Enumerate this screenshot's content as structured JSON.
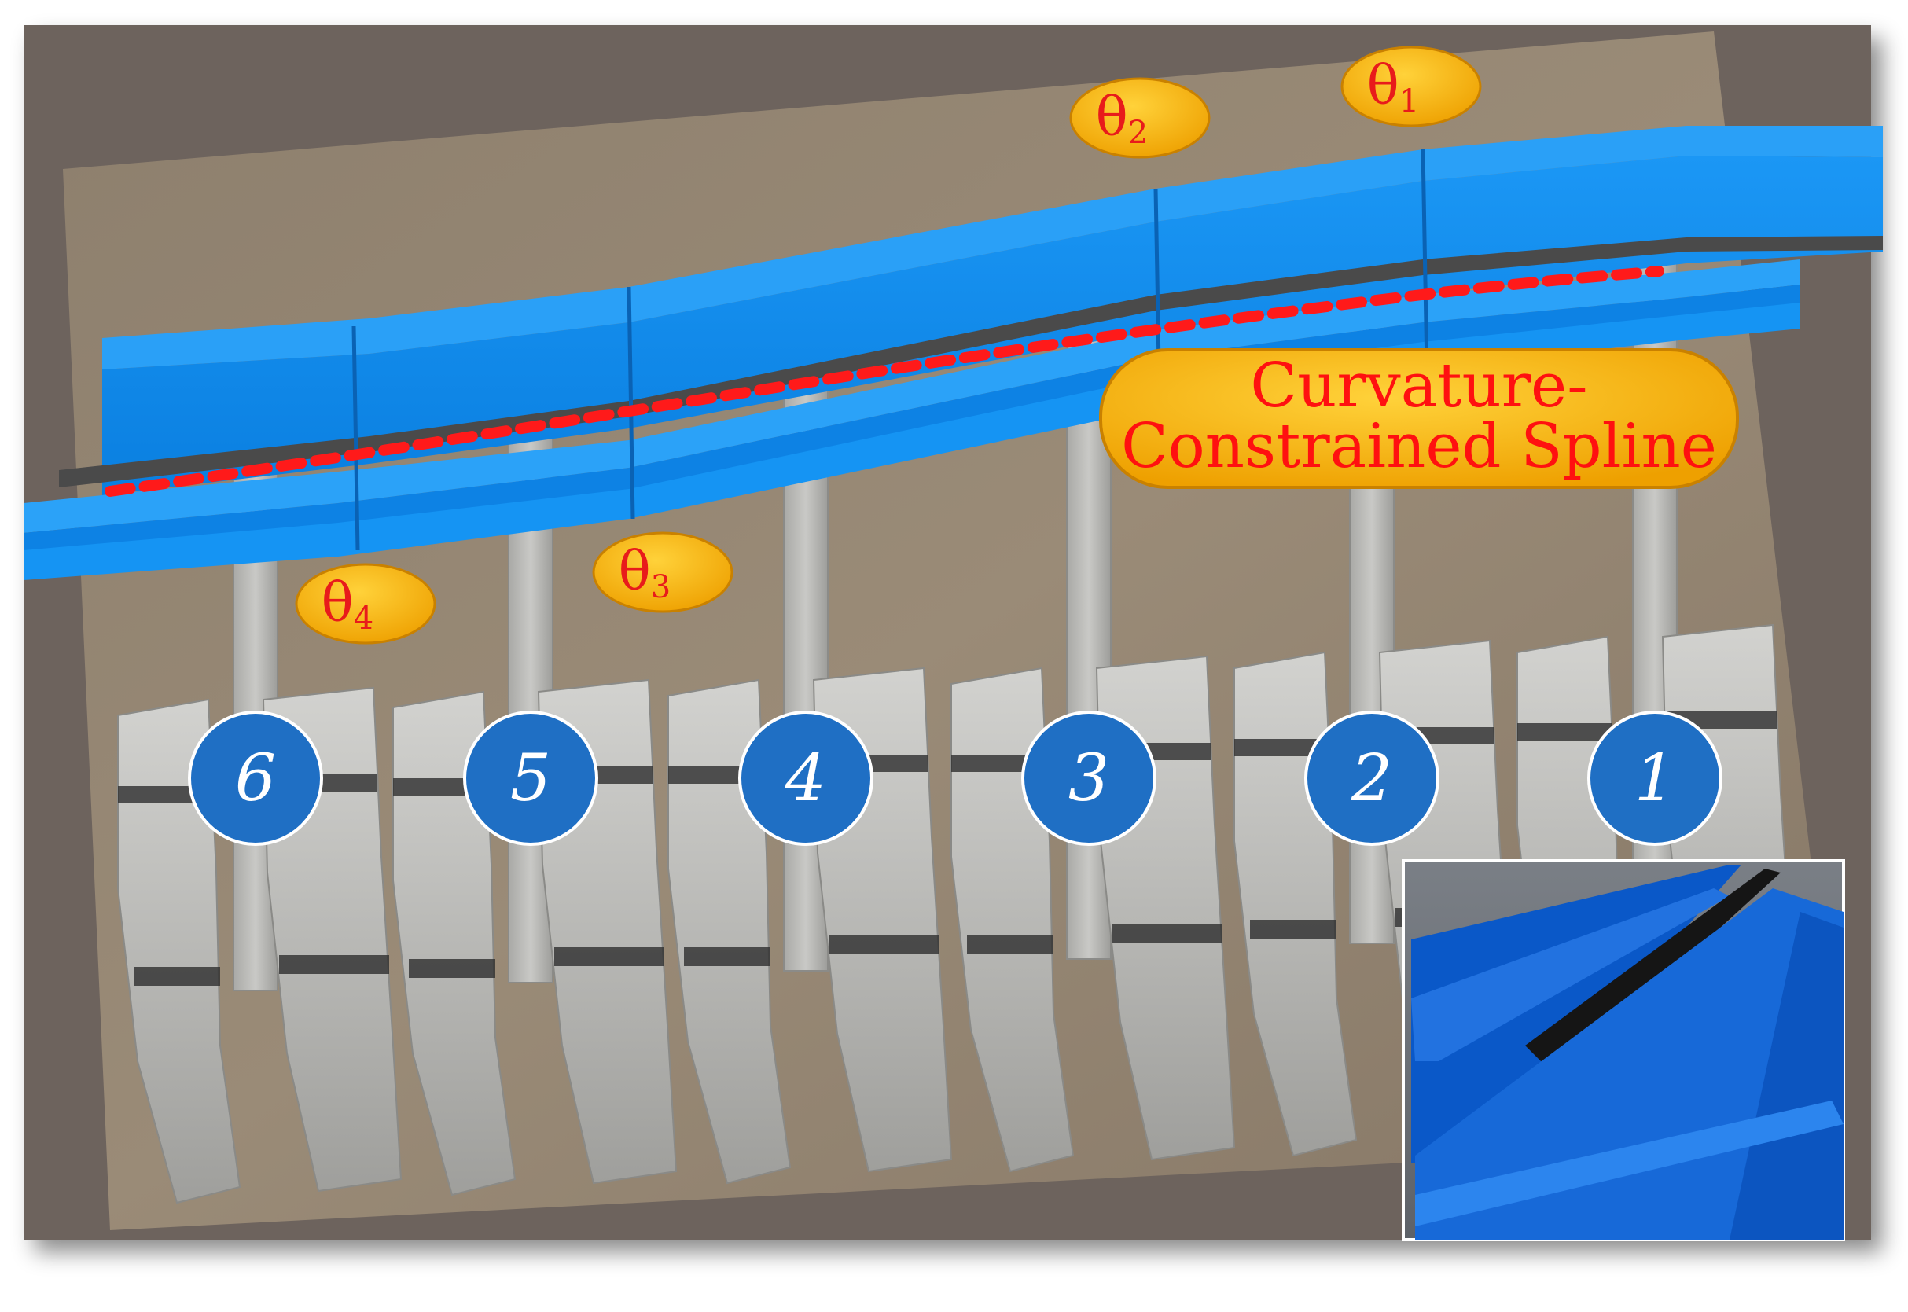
{
  "piers": [
    {
      "id": "pier-6",
      "label": "6"
    },
    {
      "id": "pier-5",
      "label": "5"
    },
    {
      "id": "pier-4",
      "label": "4"
    },
    {
      "id": "pier-3",
      "label": "3"
    },
    {
      "id": "pier-2",
      "label": "2"
    },
    {
      "id": "pier-1",
      "label": "1"
    }
  ],
  "angles": [
    {
      "id": "theta-1",
      "symbol": "θ",
      "sub": "1"
    },
    {
      "id": "theta-2",
      "symbol": "θ",
      "sub": "2"
    },
    {
      "id": "theta-3",
      "symbol": "θ",
      "sub": "3"
    },
    {
      "id": "theta-4",
      "symbol": "θ",
      "sub": "4"
    }
  ],
  "spline": {
    "line1": "Curvature-",
    "line2": "Constrained Spline"
  },
  "colors": {
    "frame": "#6d635d",
    "ground": "#8a7c6b",
    "girder": "#0f8cf0",
    "girder_dark": "#0b6cc4",
    "rail": "#4a4a4a",
    "spline_dash": "#ff1a1a",
    "pier_badge": "#1f6fc4",
    "angle_badge": "#f5a800",
    "concrete": "#b9b9b6"
  }
}
